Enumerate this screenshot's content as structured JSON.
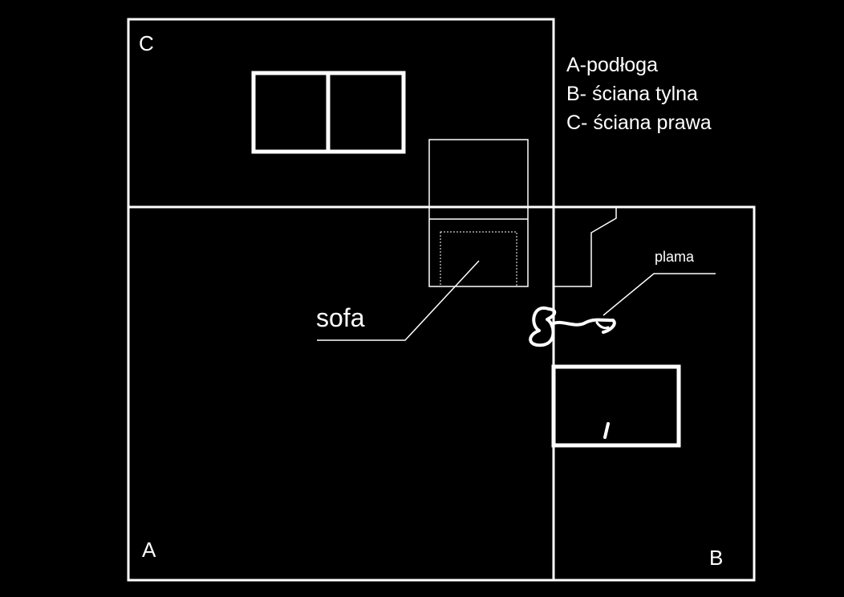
{
  "colors": {
    "background": "#000000",
    "stroke": "#ffffff"
  },
  "labels": {
    "wall_c": "C",
    "floor_a": "A",
    "wall_b": "B",
    "sofa": "sofa",
    "stain": "plama"
  },
  "legend": [
    "A-podłoga",
    "B- ściana tylna",
    "C- ściana prawa"
  ]
}
